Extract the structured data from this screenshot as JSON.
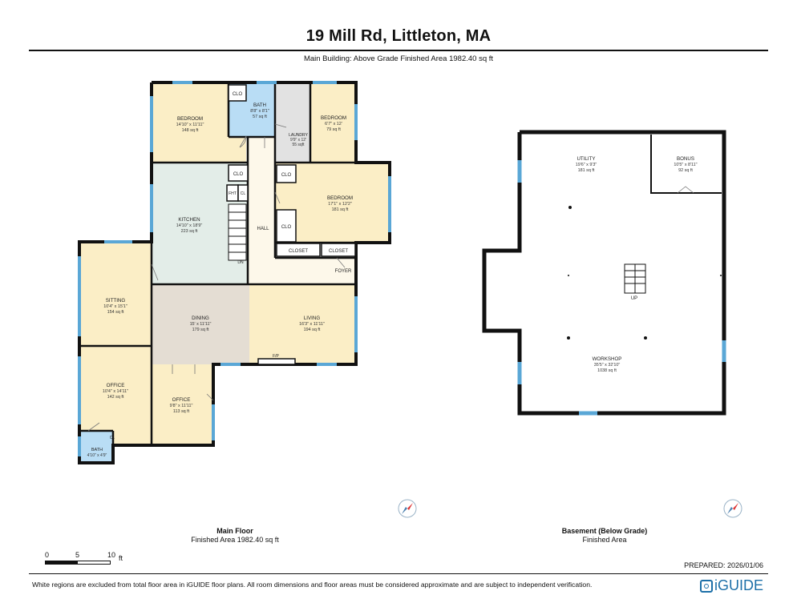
{
  "header": {
    "title": "19 Mill Rd, Littleton, MA",
    "subtitle": "Main Building: Above Grade Finished Area 1982.40 sq ft"
  },
  "main_floor": {
    "caption": "Main Floor",
    "area": "Finished Area 1982.40 sq ft",
    "rooms": {
      "bedroom_nw": {
        "name": "BEDROOM",
        "dim": "14'10\" x 11'11\"",
        "area": "148 sq ft"
      },
      "bath_up": {
        "name": "BATH",
        "dim": "8'8\" x 8'1\"",
        "area": "57 sq ft"
      },
      "laundry": {
        "name": "LAUNDRY",
        "dim": "9'9\" x 12'",
        "area": "55 sqft"
      },
      "bedroom_ne": {
        "name": "BEDROOM",
        "dim": "6'7\" x 12'",
        "area": "79 sq ft"
      },
      "bedroom_e": {
        "name": "BEDROOM",
        "dim": "17'1\" x 12'2\"",
        "area": "181 sq ft"
      },
      "kitchen": {
        "name": "KITCHEN",
        "dim": "14'10\" x 18'9\"",
        "area": "223 sq ft"
      },
      "sitting": {
        "name": "SITTING",
        "dim": "10'4\" x 15'1\"",
        "area": "154 sq ft"
      },
      "dining": {
        "name": "DINING",
        "dim": "15' x 11'11\"",
        "area": "179 sq ft"
      },
      "living": {
        "name": "LIVING",
        "dim": "16'3\" x 11'11\"",
        "area": "194 sq ft"
      },
      "office_w": {
        "name": "OFFICE",
        "dim": "10'4\" x 14'11\"",
        "area": "142 sq ft"
      },
      "office_e": {
        "name": "OFFICE",
        "dim": "9'8\" x 11'11\"",
        "area": "113 sq ft"
      },
      "bath_low": {
        "name": "BATH",
        "dim": "4'10\" x 4'9\""
      }
    },
    "labels": {
      "clo": "CLO",
      "cl": "CL",
      "fhw": "FHT",
      "hall": "HALL",
      "closet": "CLOSET",
      "foyer": "FOYER",
      "fp": "F/P",
      "dn": "DN"
    }
  },
  "basement": {
    "caption": "Basement (Below Grade)",
    "area": "Finished Area",
    "rooms": {
      "utility": {
        "name": "UTILITY",
        "dim": "19'6\" x 9'3\"",
        "area": "181 sq ft"
      },
      "bonus": {
        "name": "BONUS",
        "dim": "10'5\" x 8'11\"",
        "area": "92 sq ft"
      },
      "workshop": {
        "name": "WORKSHOP",
        "dim": "35'5\" x 32'10\"",
        "area": "1038 sq ft"
      }
    },
    "up": "UP"
  },
  "scale": {
    "ticks": [
      "0",
      "5",
      "10"
    ],
    "unit": "ft"
  },
  "footer": {
    "prepared": "PREPARED: 2026/01/06",
    "disclaimer": "White regions are excluded from total floor area in iGUIDE floor plans. All room dimensions and floor areas must be considered approximate and are subject to independent verification.",
    "brand": "iGUIDE"
  },
  "colors": {
    "bedroom": "#fbeec6",
    "bath": "#b9ddf5",
    "kitchen": "#e3ede8",
    "dining": "#e4ddd3",
    "laundry": "#e2e2e2",
    "window": "#5aa7d6",
    "wall": "#111111"
  }
}
